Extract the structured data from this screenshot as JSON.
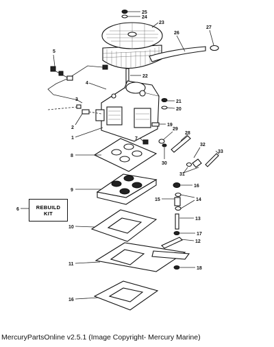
{
  "diagram": {
    "callouts": [
      {
        "id": "c25",
        "text": "25"
      },
      {
        "id": "c24",
        "text": "24"
      },
      {
        "id": "c23",
        "text": "23"
      },
      {
        "id": "c26",
        "text": "26"
      },
      {
        "id": "c27",
        "text": "27"
      },
      {
        "id": "c5",
        "text": "5"
      },
      {
        "id": "c22",
        "text": "22"
      },
      {
        "id": "c4",
        "text": "4"
      },
      {
        "id": "c3",
        "text": "3"
      },
      {
        "id": "c21",
        "text": "21"
      },
      {
        "id": "c20",
        "text": "20"
      },
      {
        "id": "c2",
        "text": "2"
      },
      {
        "id": "c19",
        "text": "19"
      },
      {
        "id": "c1",
        "text": "1"
      },
      {
        "id": "c29",
        "text": "29"
      },
      {
        "id": "c28",
        "text": "28"
      },
      {
        "id": "c7",
        "text": "7"
      },
      {
        "id": "c32",
        "text": "32"
      },
      {
        "id": "c33",
        "text": "33"
      },
      {
        "id": "c8",
        "text": "8"
      },
      {
        "id": "c30",
        "text": "30"
      },
      {
        "id": "c31",
        "text": "31"
      },
      {
        "id": "c9",
        "text": "9"
      },
      {
        "id": "c16a",
        "text": "16"
      },
      {
        "id": "c15",
        "text": "15"
      },
      {
        "id": "c14",
        "text": "14"
      },
      {
        "id": "c6",
        "text": "6"
      },
      {
        "id": "c13",
        "text": "13"
      },
      {
        "id": "c10",
        "text": "10"
      },
      {
        "id": "c17",
        "text": "17"
      },
      {
        "id": "c12",
        "text": "12"
      },
      {
        "id": "c11",
        "text": "11"
      },
      {
        "id": "c18",
        "text": "18"
      },
      {
        "id": "c16b",
        "text": "16"
      }
    ],
    "rebuild_kit": {
      "line1": "REBUILD",
      "line2": "KIT"
    }
  },
  "footer": {
    "text": "MercuryPartsOnline v2.5.1 (Image Copyright- Mercury Marine)"
  }
}
